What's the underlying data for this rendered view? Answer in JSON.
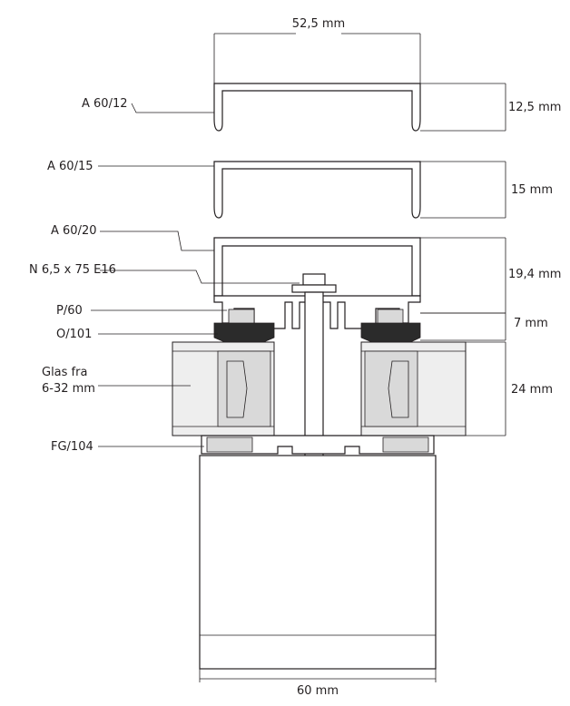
{
  "dimensions": {
    "top_width": "52,5 mm",
    "a6012_height": "12,5 mm",
    "a6015_height": "15 mm",
    "a6020_height": "19,4 mm",
    "p60_height": "7 mm",
    "glass_height": "24 mm",
    "bottom_width": "60 mm"
  },
  "labels": {
    "a6012": "A 60/12",
    "a6015": "A 60/15",
    "a6020": "A 60/20",
    "screw": "N 6,5 x 75 E16",
    "p60": "P/60",
    "o101": "O/101",
    "glass_line1": "Glas fra",
    "glass_line2": "6-32 mm",
    "fg104": "FG/104"
  }
}
